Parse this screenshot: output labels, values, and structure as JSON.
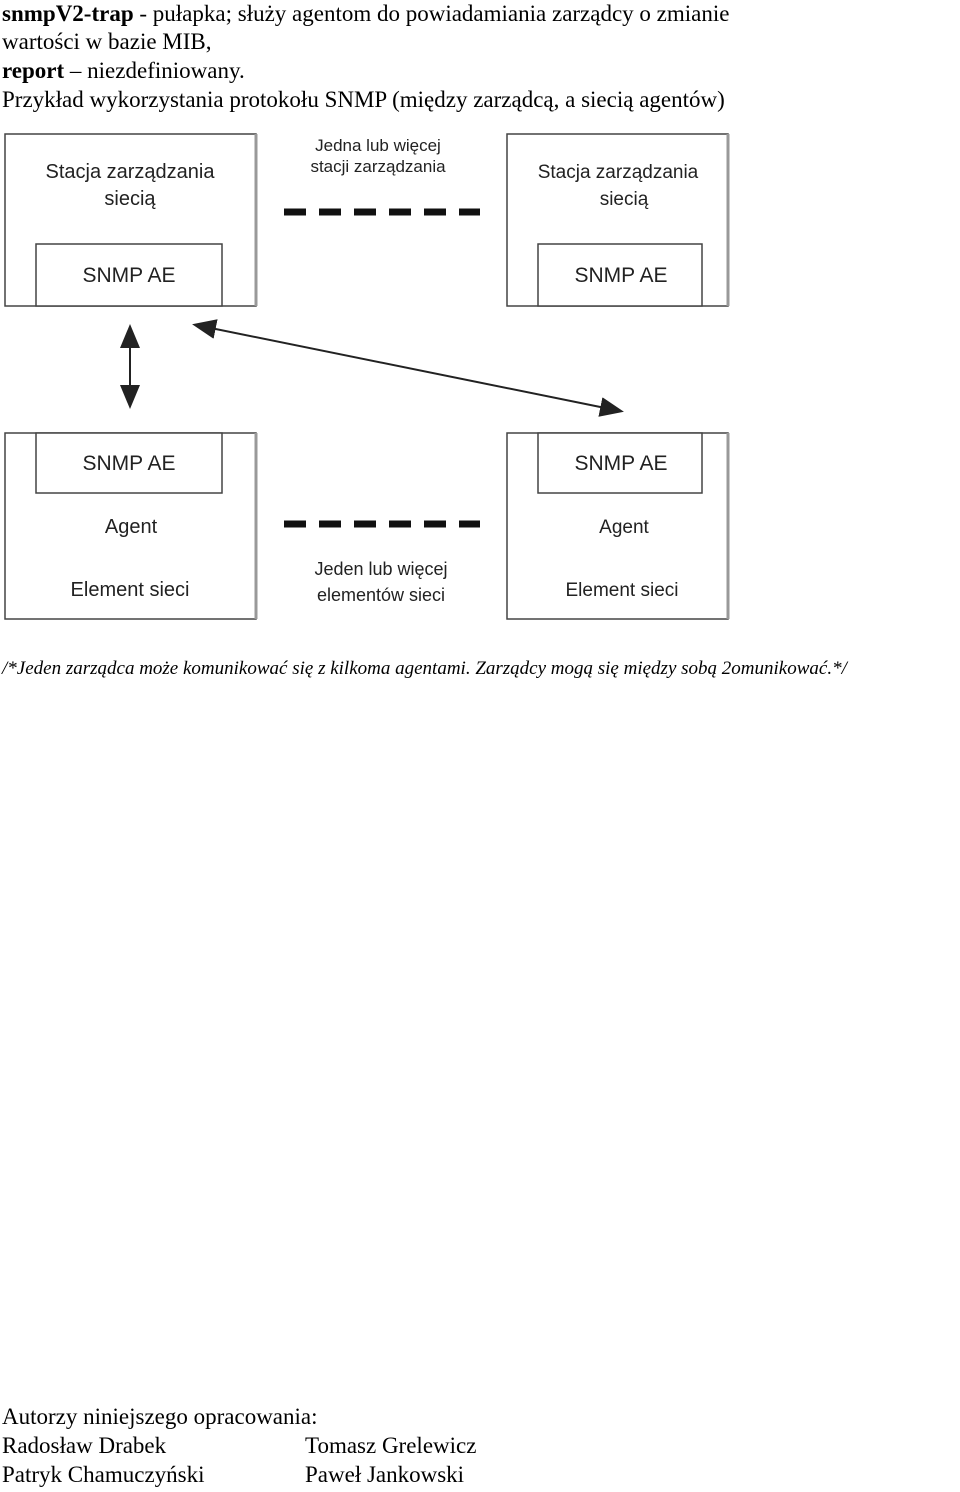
{
  "intro": {
    "trap_term": "snmpV2-trap",
    "trap_desc": " - pułapka; służy agentom do powiadamiania zarządcy o zmianie",
    "trap_desc2": "wartości w bazie MIB,",
    "report_term": "report",
    "report_desc": " – niezdefiniowany.",
    "example_heading": "Przykład wykorzystania protokołu SNMP (między zarządcą, a siecią agentów)"
  },
  "diagram": {
    "manager_left_title_1": "Stacja zarządzania",
    "manager_left_title_2": "siecią",
    "manager_left_ae": "SNMP AE",
    "managers_note_1": "Jedna lub więcej",
    "managers_note_2": "stacji zarządzania",
    "manager_right_title_1": "Stacja zarządzania",
    "manager_right_title_2": "siecią",
    "manager_right_ae": "SNMP AE",
    "agent_left_ae": "SNMP AE",
    "agent_left_agent": "Agent",
    "agent_left_element": "Element sieci",
    "agents_note_1": "Jeden lub więcej",
    "agents_note_2": "elementów sieci",
    "agent_right_ae": "SNMP AE",
    "agent_right_agent": "Agent",
    "agent_right_element": "Element sieci"
  },
  "caption": "/*Jeden zarządca może komunikować się z kilkoma agentami. Zarządcy mogą się między sobą 2omunikować.*/",
  "authors": {
    "title": "Autorzy niniejszego opracowania:",
    "names": [
      "Radosław Drabek",
      "Tomasz Grelewicz",
      "Patryk Chamuczyński",
      "Paweł Jankowski"
    ]
  }
}
